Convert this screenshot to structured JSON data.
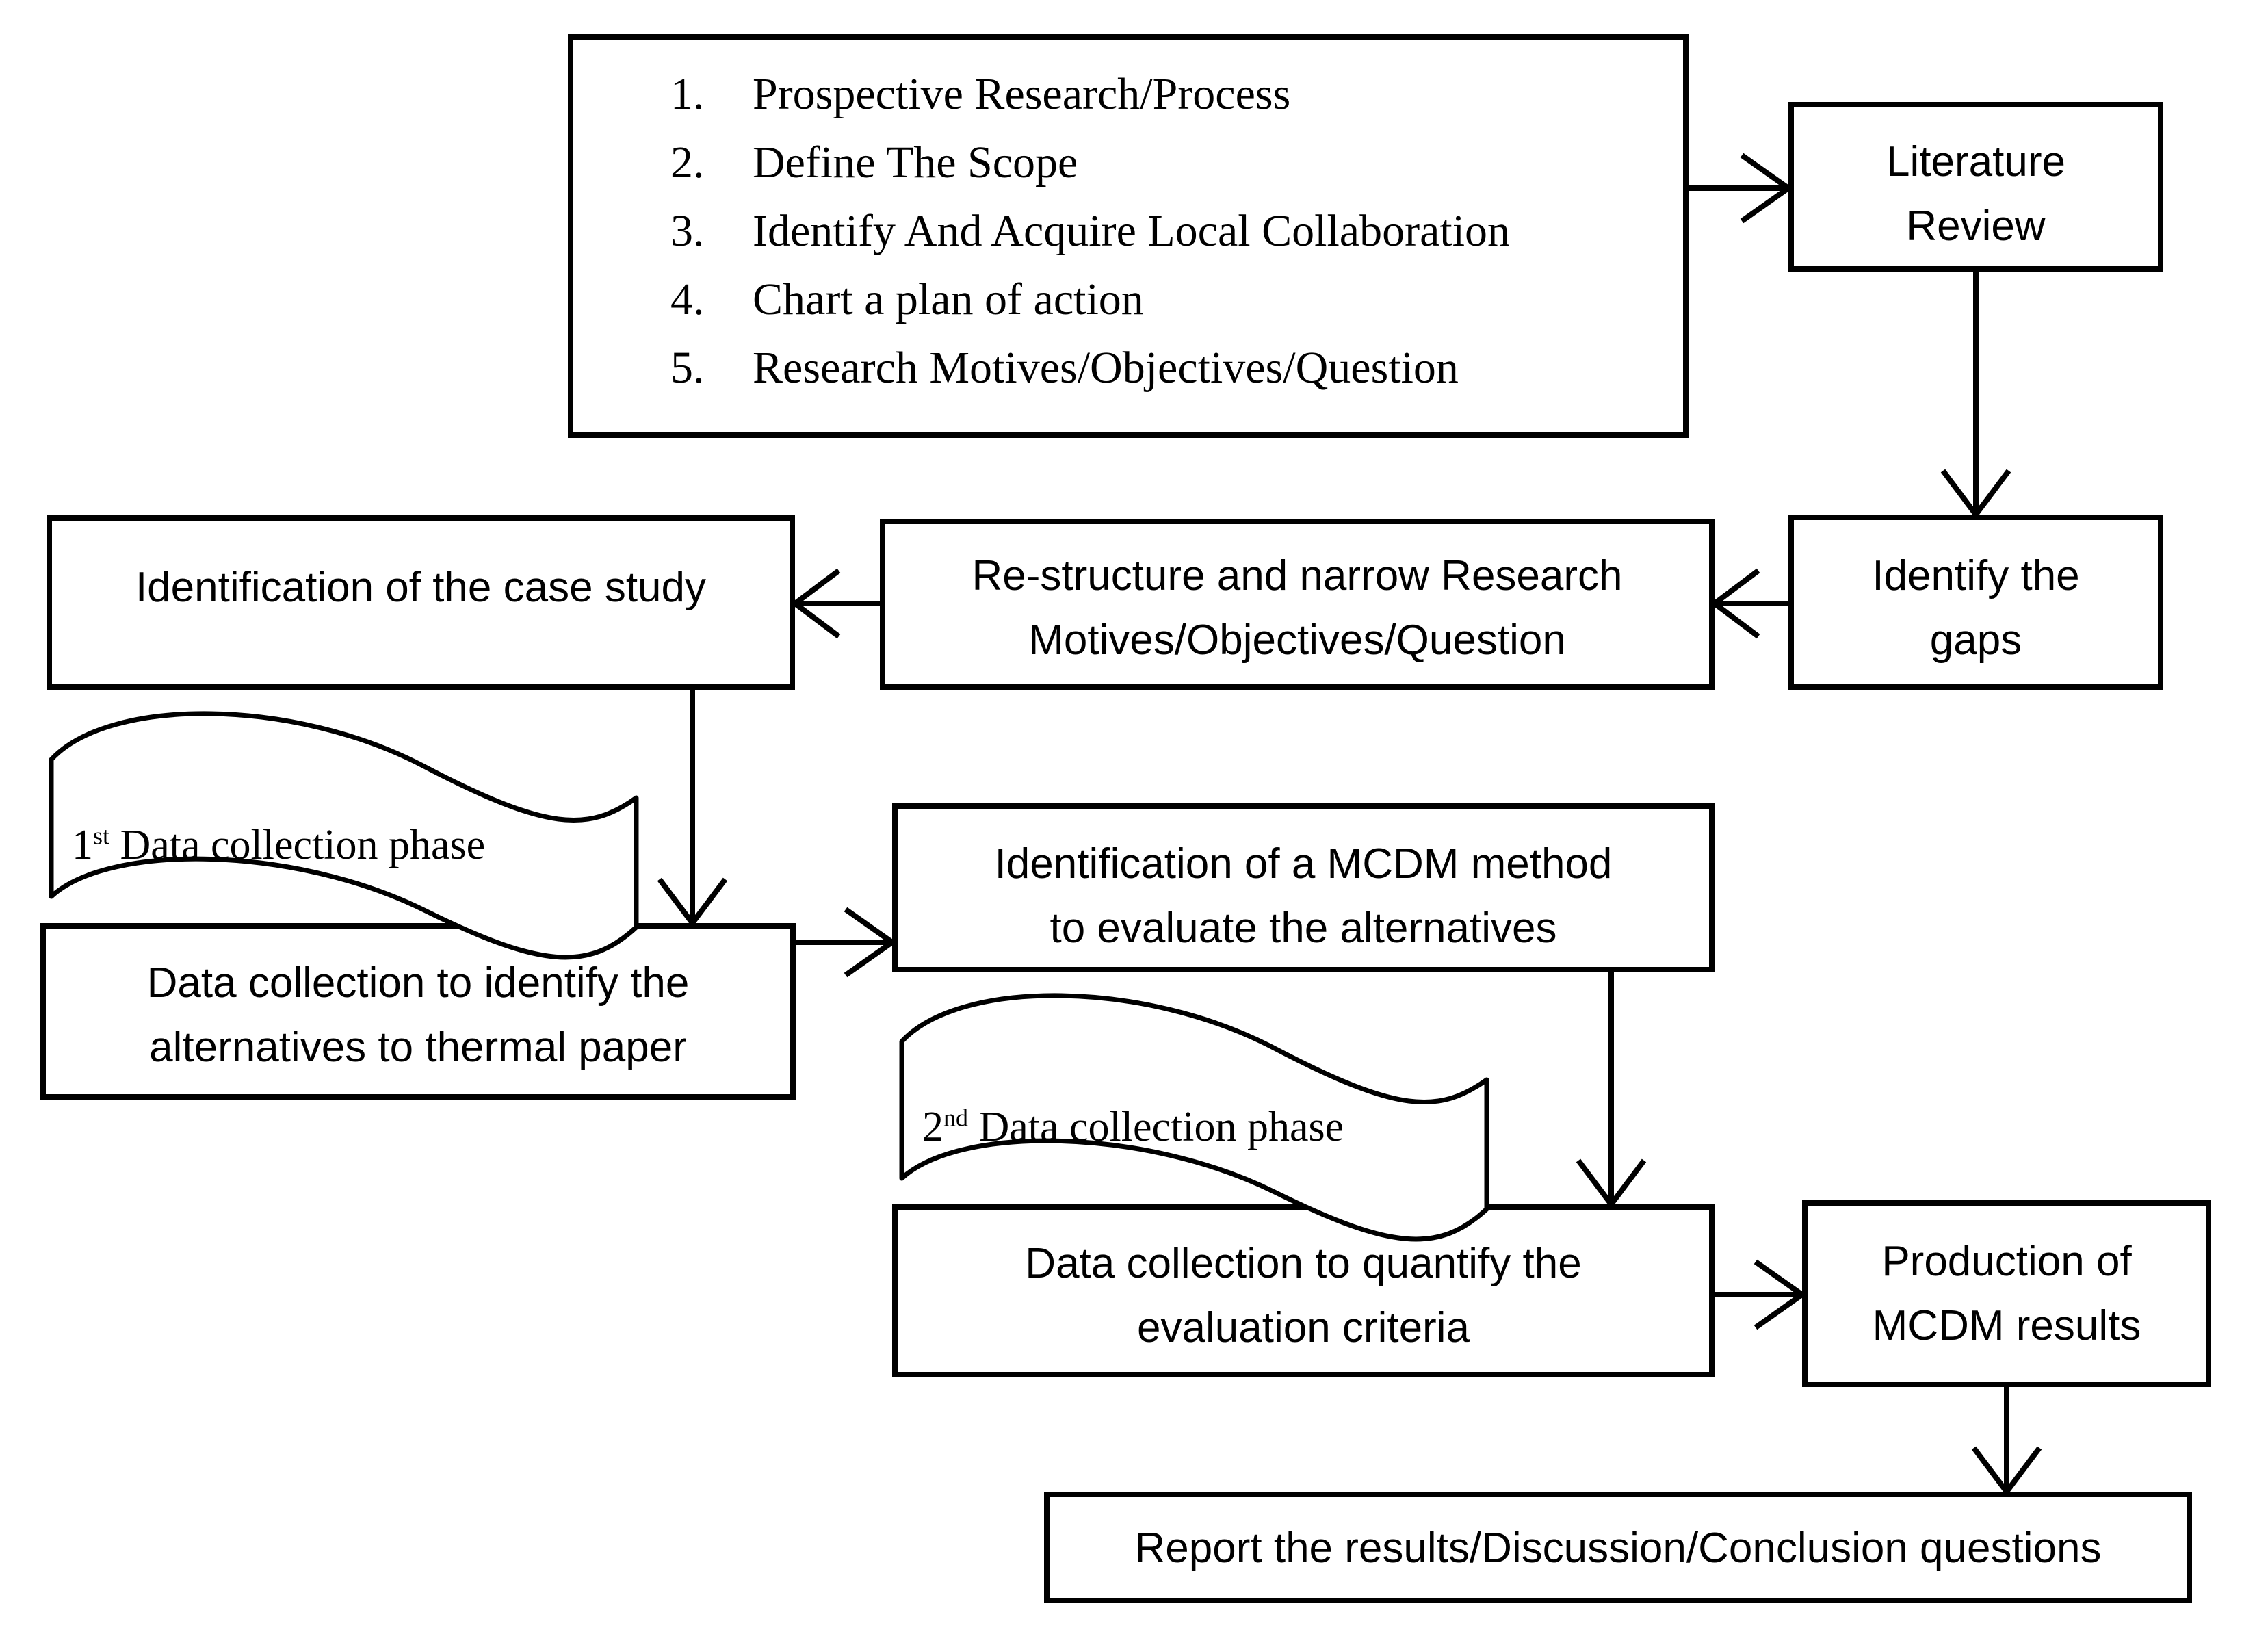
{
  "diagram": {
    "title": "Research methodology flowchart",
    "accent_color": "#000000",
    "background_color": "#ffffff"
  },
  "steps_box": {
    "items": [
      {
        "number": "1.",
        "label": "Prospective Research/Process"
      },
      {
        "number": "2.",
        "label": "Define The Scope"
      },
      {
        "number": "3.",
        "label": "Identify And Acquire Local Collaboration"
      },
      {
        "number": "4.",
        "label": "Chart a plan of action"
      },
      {
        "number": "5.",
        "label": "Research Motives/Objectives/Question"
      }
    ]
  },
  "nodes": {
    "literature_review": {
      "line1": "Literature",
      "line2": "Review"
    },
    "identify_gaps": {
      "line1": "Identify the",
      "line2": "gaps"
    },
    "restructure": {
      "line1": "Re-structure and narrow Research",
      "line2": "Motives/Objectives/Question"
    },
    "case_study": {
      "line1": "Identification of the case study"
    },
    "data_collection_1": {
      "line1": "Data collection to identify the",
      "line2": "alternatives to thermal paper"
    },
    "mcdm_method": {
      "line1": "Identification of a MCDM method",
      "line2": "to evaluate the alternatives"
    },
    "data_collection_2": {
      "line1": "Data collection to quantify the",
      "line2": "evaluation criteria"
    },
    "mcdm_results": {
      "line1": "Production of",
      "line2": "MCDM results"
    },
    "report": {
      "line1": "Report the results/Discussion/Conclusion questions"
    }
  },
  "banners": {
    "phase_1": {
      "ordinal": "1",
      "ordinal_suffix": "st",
      "label": "Data collection phase"
    },
    "phase_2": {
      "ordinal": "2",
      "ordinal_suffix": "nd",
      "label": "Data collection phase"
    }
  },
  "connectors": [
    {
      "id": "steps-to-literature",
      "from": "steps_box",
      "to": "literature_review",
      "direction": "right"
    },
    {
      "id": "literature-to-gaps",
      "from": "literature_review",
      "to": "identify_gaps",
      "direction": "down"
    },
    {
      "id": "gaps-to-restructure",
      "from": "identify_gaps",
      "to": "restructure",
      "direction": "left"
    },
    {
      "id": "restructure-to-case-study",
      "from": "restructure",
      "to": "case_study",
      "direction": "left"
    },
    {
      "id": "case-study-to-data-collection-1",
      "from": "case_study",
      "to": "data_collection_1",
      "direction": "down"
    },
    {
      "id": "data-collection-1-to-mcdm-method",
      "from": "data_collection_1",
      "to": "mcdm_method",
      "direction": "right"
    },
    {
      "id": "mcdm-method-to-data-collection-2",
      "from": "mcdm_method",
      "to": "data_collection_2",
      "direction": "down"
    },
    {
      "id": "data-collection-2-to-mcdm-results",
      "from": "data_collection_2",
      "to": "mcdm_results",
      "direction": "right"
    },
    {
      "id": "mcdm-results-to-report",
      "from": "mcdm_results",
      "to": "report",
      "direction": "down"
    }
  ]
}
